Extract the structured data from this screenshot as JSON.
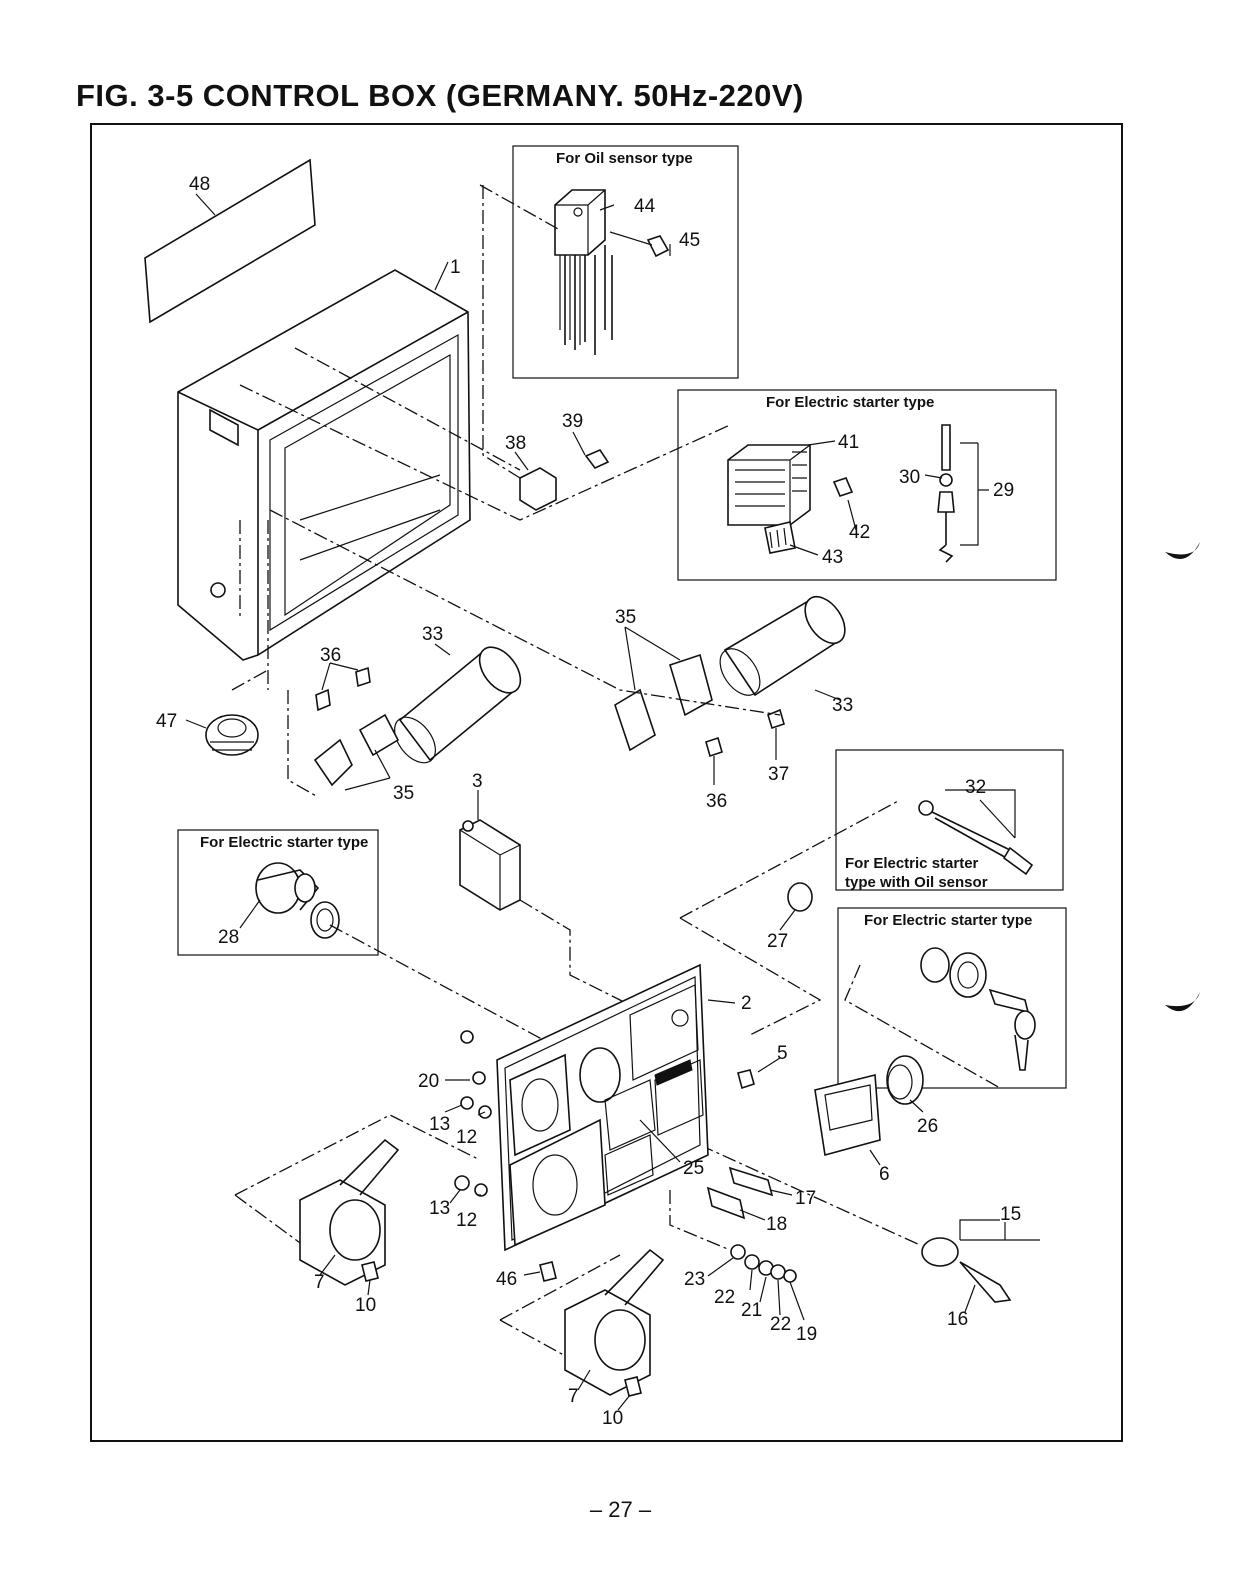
{
  "figure": {
    "title": "FIG. 3-5  CONTROL  BOX (GERMANY. 50Hz-220V)",
    "page_number": "– 27 –"
  },
  "insets": {
    "oil_sensor": "For Oil sensor type",
    "electric_starter_top": "For Electric starter type",
    "electric_starter_left": "For Electric starter type",
    "electric_starter_oil_line1": "For Electric starter",
    "electric_starter_oil_line2": "type with Oil sensor",
    "electric_starter_right": "For Electric starter type"
  },
  "part_labels": {
    "p48": "48",
    "p1": "1",
    "p44": "44",
    "p45": "45",
    "p39": "39",
    "p38": "38",
    "p41": "41",
    "p30": "30",
    "p29": "29",
    "p42": "42",
    "p43": "43",
    "p33a": "33",
    "p36a": "36",
    "p47": "47",
    "p35a": "35",
    "p35b": "35",
    "p33b": "33",
    "p37": "37",
    "p36b": "36",
    "p3": "3",
    "p32": "32",
    "p28": "28",
    "p27": "27",
    "p2": "2",
    "p5": "5",
    "p20": "20",
    "p13a": "13",
    "p12a": "12",
    "p26": "26",
    "p6": "6",
    "p25": "25",
    "p17": "17",
    "p18": "18",
    "p13b": "13",
    "p12b": "12",
    "p7a": "7",
    "p10a": "10",
    "p46": "46",
    "p23": "23",
    "p22a": "22",
    "p21": "21",
    "p22b": "22",
    "p19": "19",
    "p15": "15",
    "p16": "16",
    "p7b": "7",
    "p10b": "10"
  }
}
